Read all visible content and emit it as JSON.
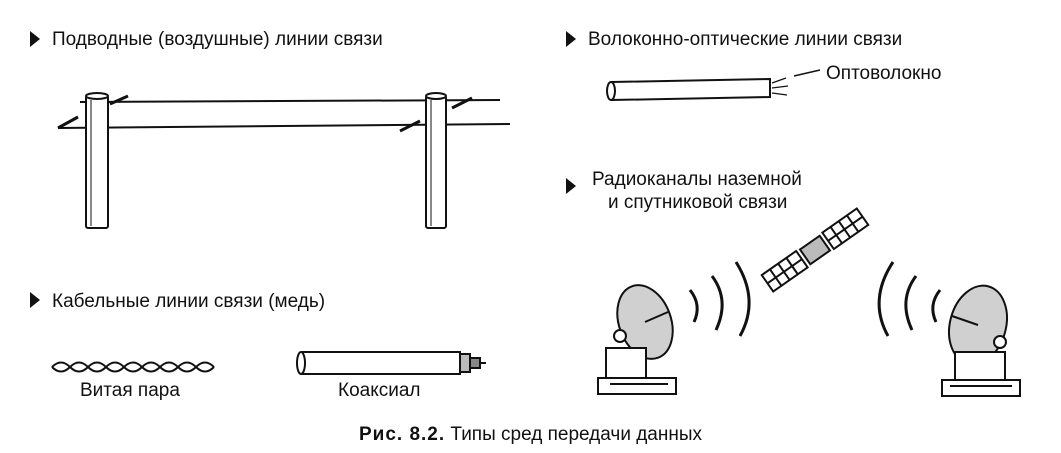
{
  "sections": {
    "overhead": {
      "title": "Подводные (воздушные) линии связи"
    },
    "fiber": {
      "title": "Волоконно-оптические линии связи",
      "fiber_label": "Оптоволокно"
    },
    "radio": {
      "title_line1": "Радиоканалы наземной",
      "title_line2": "и спутниковой связи"
    },
    "cable": {
      "title": "Кабельные линии связи (медь)",
      "twisted_pair_label": "Витая пара",
      "coax_label": "Коаксиал"
    }
  },
  "caption": {
    "prefix": "Рис. 8.2.",
    "text": "Типы сред передачи данных"
  }
}
